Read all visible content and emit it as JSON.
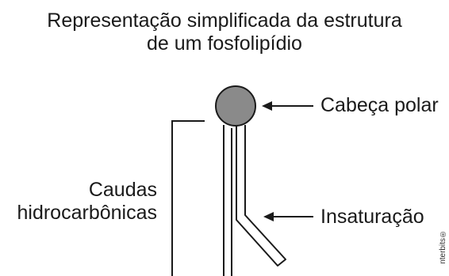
{
  "title": {
    "line1": "Representação simplificada da estrutura",
    "line2": "de um fosfolipídio"
  },
  "labels": {
    "head": "Cabeça polar",
    "unsaturation": "Insaturação",
    "tails_line1": "Caudas",
    "tails_line2": "hidrocarbônicas"
  },
  "credit": "nterbits®",
  "colors": {
    "head_fill": "#8a8a8a",
    "stroke": "#1a1a1a"
  }
}
